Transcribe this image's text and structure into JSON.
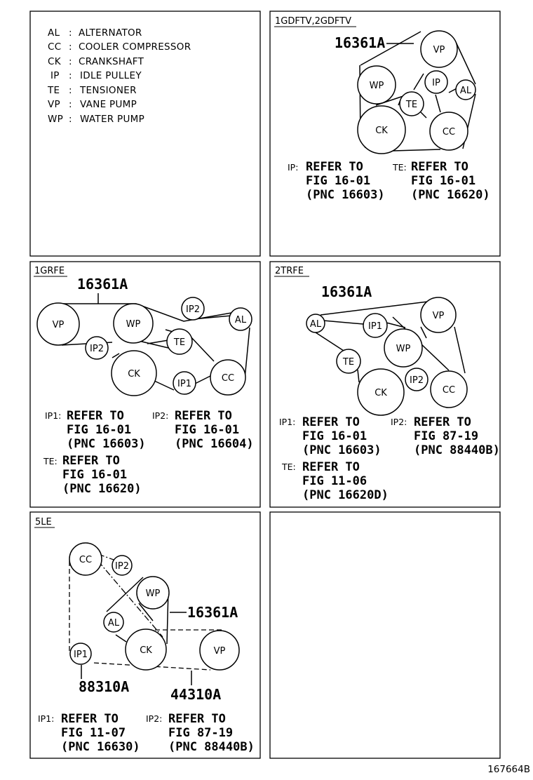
{
  "legend": [
    {
      "code": "AL",
      "sep": ":",
      "name": "ALTERNATOR"
    },
    {
      "code": "CC",
      "sep": ":",
      "name": "COOLER COMPRESSOR"
    },
    {
      "code": "CK",
      "sep": ":",
      "name": "CRANKSHAFT"
    },
    {
      "code": "IP",
      "sep": ":",
      "name": "IDLE PULLEY"
    },
    {
      "code": "TE",
      "sep": ":",
      "name": "TENSIONER"
    },
    {
      "code": "VP",
      "sep": ":",
      "name": "VANE PUMP"
    },
    {
      "code": "WP",
      "sep": ":",
      "name": "WATER PUMP"
    }
  ],
  "panel_1gdftv": {
    "title": "1GDFTV,2GDFTV",
    "part": "16361A",
    "pulleys": {
      "vp": "VP",
      "wp": "WP",
      "ip": "IP",
      "al": "AL",
      "te": "TE",
      "ck": "CK",
      "cc": "CC"
    },
    "refs": [
      {
        "label": "IP:",
        "l1": "REFER TO",
        "l2": "FIG 16-01",
        "l3": "(PNC 16603)"
      },
      {
        "label": "TE:",
        "l1": "REFER TO",
        "l2": "FIG 16-01",
        "l3": "(PNC 16620)"
      }
    ]
  },
  "panel_1grfe": {
    "title": "1GRFE",
    "part": "16361A",
    "pulleys": {
      "vp": "VP",
      "wp": "WP",
      "ip2a": "IP2",
      "ip2b": "IP2",
      "al": "AL",
      "te": "TE",
      "ck": "CK",
      "ip1": "IP1",
      "cc": "CC"
    },
    "refs": [
      {
        "label": "IP1:",
        "l1": "REFER TO",
        "l2": "FIG 16-01",
        "l3": "(PNC 16603)"
      },
      {
        "label": "IP2:",
        "l1": "REFER TO",
        "l2": "FIG 16-01",
        "l3": "(PNC 16604)"
      },
      {
        "label": "TE:",
        "l1": "REFER TO",
        "l2": "FIG 16-01",
        "l3": "(PNC 16620)"
      }
    ]
  },
  "panel_2trfe": {
    "title": "2TRFE",
    "part": "16361A",
    "pulleys": {
      "al": "AL",
      "ip1": "IP1",
      "vp": "VP",
      "wp": "WP",
      "te": "TE",
      "ck": "CK",
      "ip2": "IP2",
      "cc": "CC"
    },
    "refs": [
      {
        "label": "IP1:",
        "l1": "REFER TO",
        "l2": "FIG 16-01",
        "l3": "(PNC 16603)"
      },
      {
        "label": "IP2:",
        "l1": "REFER TO",
        "l2": "FIG 87-19",
        "l3": "(PNC 88440B)"
      },
      {
        "label": "TE:",
        "l1": "REFER TO",
        "l2": "FIG 11-06",
        "l3": "(PNC 16620D)"
      }
    ]
  },
  "panel_5le": {
    "title": "5LE",
    "parts": {
      "p1": "16361A",
      "p2": "88310A",
      "p3": "44310A"
    },
    "pulleys": {
      "cc": "CC",
      "ip2": "IP2",
      "wp": "WP",
      "al": "AL",
      "ck": "CK",
      "ip1": "IP1",
      "vp": "VP"
    },
    "refs": [
      {
        "label": "IP1:",
        "l1": "REFER TO",
        "l2": "FIG 11-07",
        "l3": "(PNC 16630)"
      },
      {
        "label": "IP2:",
        "l1": "REFER TO",
        "l2": "FIG 87-19",
        "l3": "(PNC 88440B)"
      }
    ]
  },
  "figure_id": "167664B"
}
